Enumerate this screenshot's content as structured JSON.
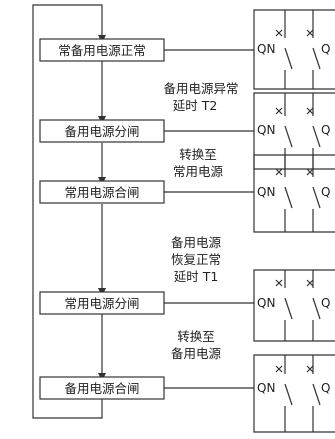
{
  "states": [
    {
      "label": "常备用电源正常"
    },
    {
      "label": "备用电源分闸"
    },
    {
      "label": "常用电源合闸"
    },
    {
      "label": "常用电源分闸"
    },
    {
      "label": "备用电源合闸"
    }
  ],
  "transitions": [
    {
      "lines": [
        "备用电源异常",
        "延时 T2"
      ]
    },
    {
      "lines": [
        "转换至",
        "常用电源"
      ]
    },
    {
      "lines": [
        "备用电源",
        "恢复正常",
        "延时 T1"
      ]
    },
    {
      "lines": [
        "转换至",
        "备用电源"
      ]
    }
  ],
  "switches": {
    "left_label": "QN",
    "right_label": "Q"
  }
}
